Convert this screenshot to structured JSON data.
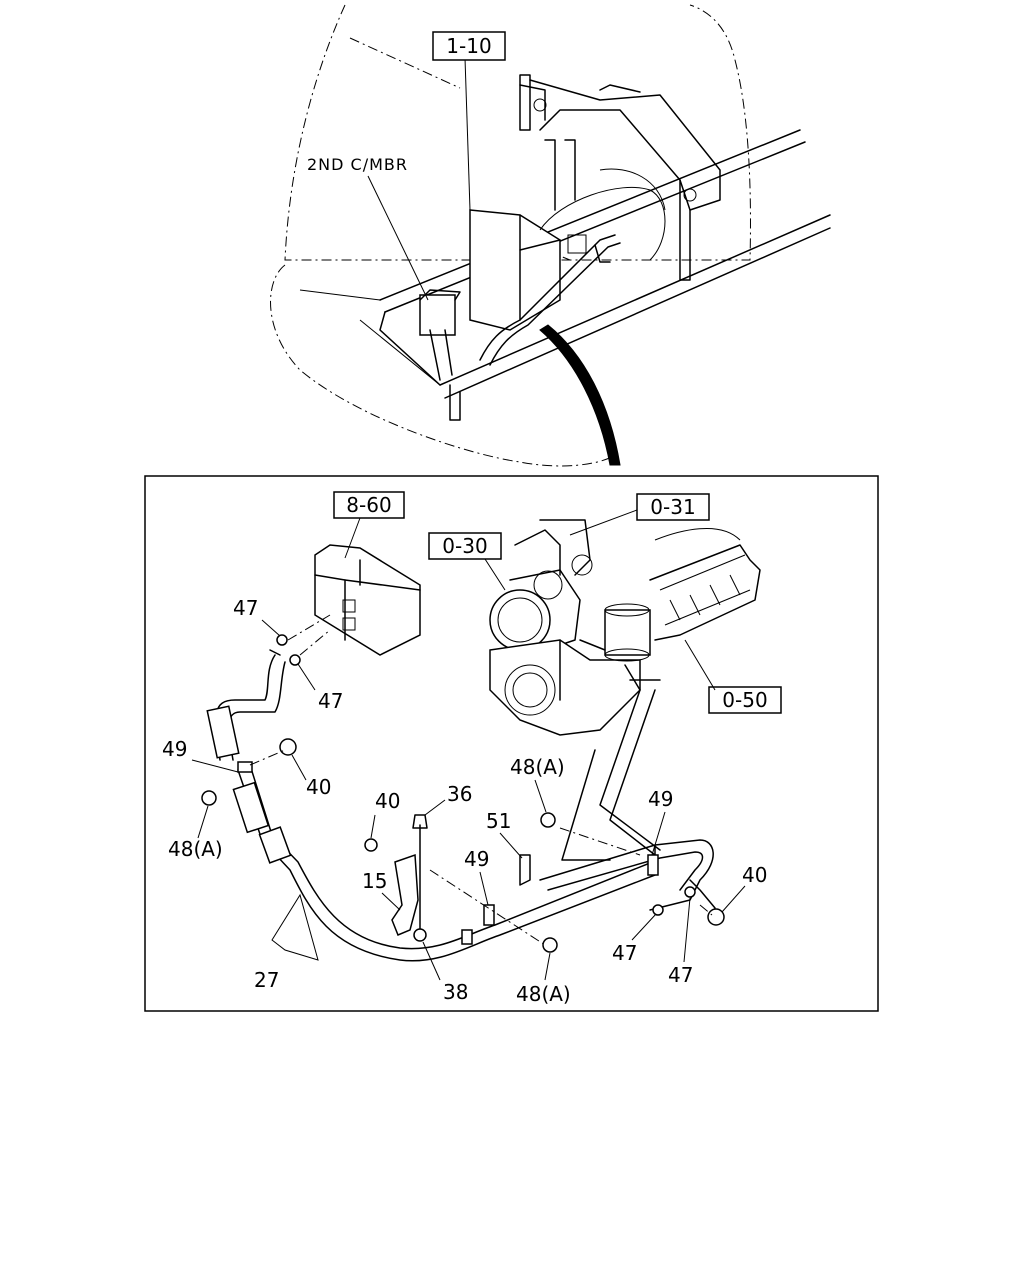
{
  "callouts": {
    "ref_1_10": "1-10",
    "ref_2nd_cmbr": "2ND C/MBR",
    "ref_8_60": "8-60",
    "ref_0_30": "0-30",
    "ref_0_31": "0-31",
    "ref_0_50": "0-50"
  },
  "parts": {
    "p47_a": "47",
    "p47_b": "47",
    "p49_a": "49",
    "p40_a": "40",
    "p48a_a": "48(A)",
    "p48a_b": "48(A)",
    "p40_b": "40",
    "p36": "36",
    "p51": "51",
    "p49_b": "49",
    "p49_c": "49",
    "p15": "15",
    "p40_c": "40",
    "p27": "27",
    "p38": "38",
    "p48a_c": "48(A)",
    "p47_c": "47",
    "p47_d": "47"
  }
}
